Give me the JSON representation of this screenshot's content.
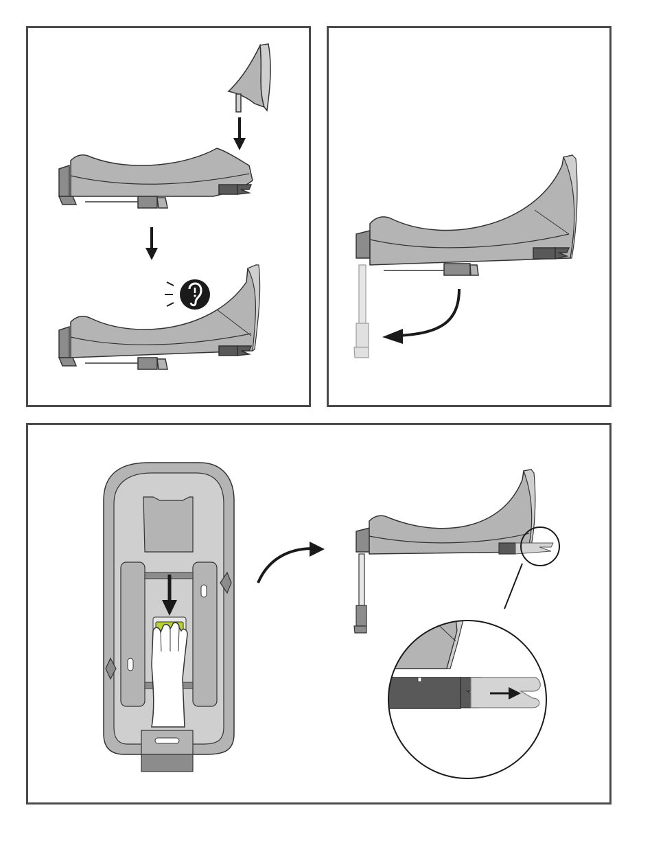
{
  "document": {
    "type": "installation-instruction-illustration",
    "panels": [
      {
        "id": "panel-1",
        "steps": [
          "attach-load-leg-support",
          "push-down",
          "audible-click"
        ]
      },
      {
        "id": "panel-2",
        "steps": [
          "fold-out-support-leg"
        ]
      },
      {
        "id": "panel-3",
        "steps": [
          "press-release-button",
          "extend-isofix-connectors"
        ]
      }
    ],
    "icons": [
      "arrow-down-icon",
      "ear-click-icon",
      "curved-arrow-icon",
      "hand-icon",
      "magnifier-circle-icon"
    ],
    "colors": {
      "border": "#4a4a4a",
      "base_gray": "#b4b4b4",
      "base_light": "#cfcfcf",
      "dark_gray": "#595959",
      "button_green": "#b5d334",
      "arrow": "#1a1a1a"
    }
  }
}
